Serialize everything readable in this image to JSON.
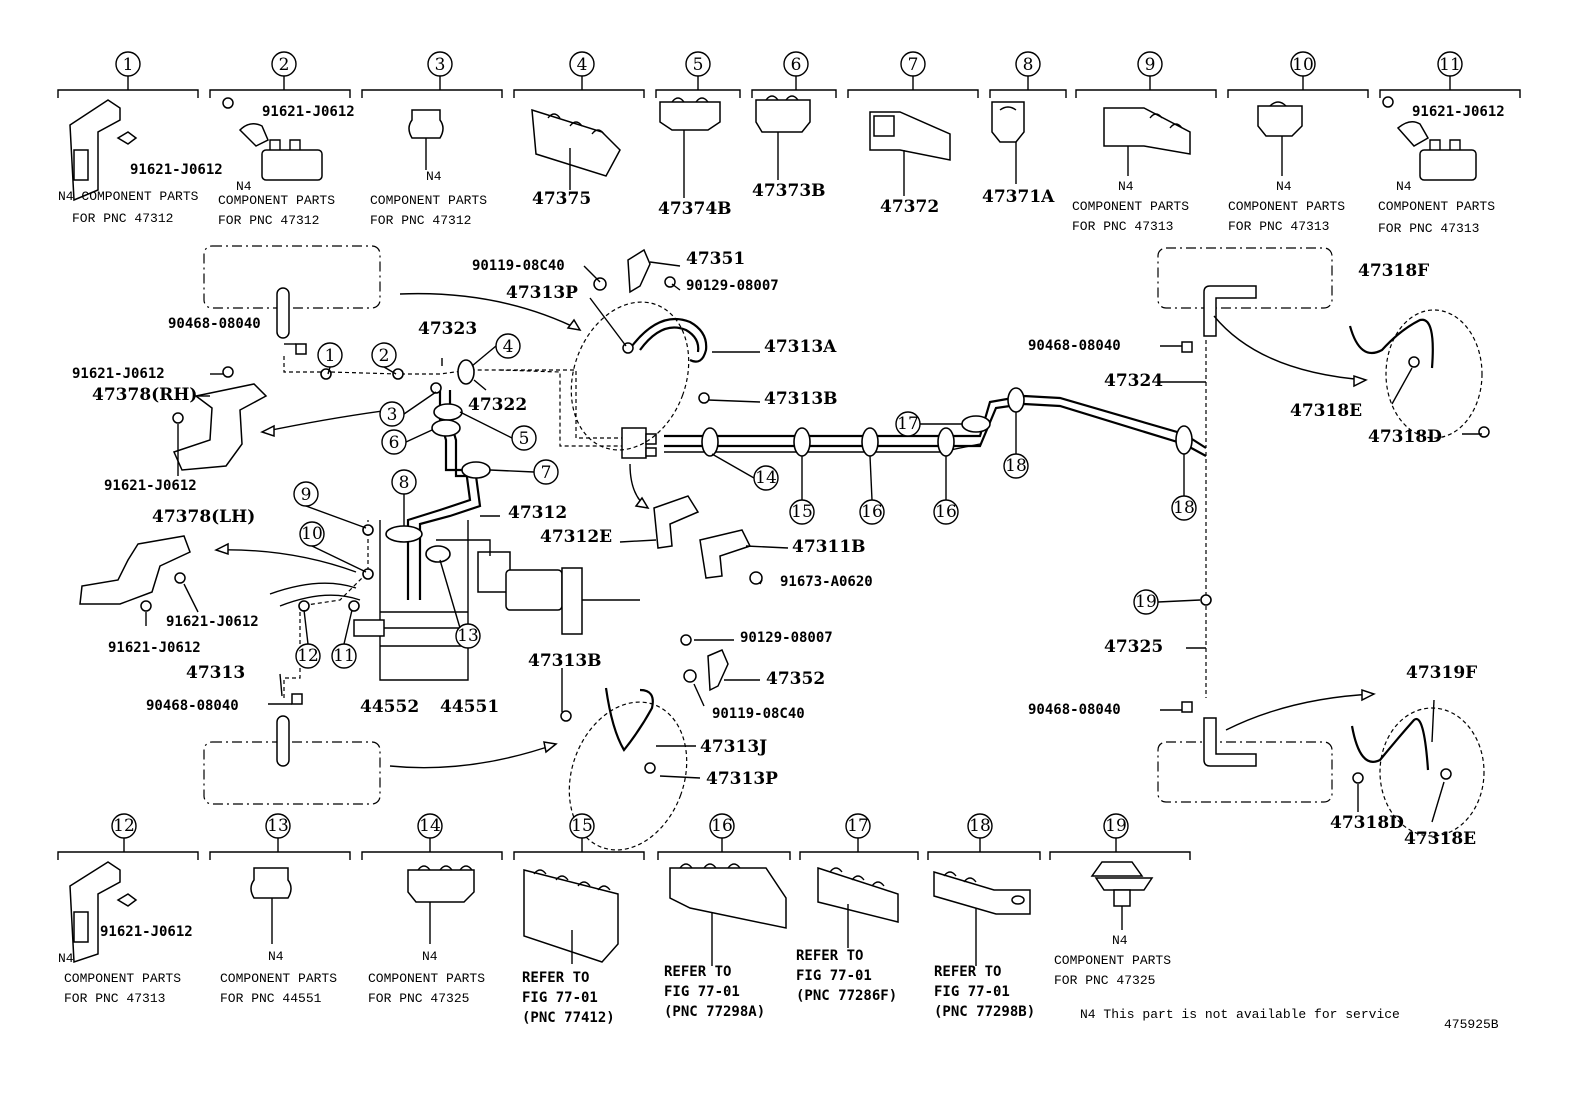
{
  "diagram_id": "475925B",
  "footnote": "N4 This part is not available for service",
  "n4": "N4",
  "top_callouts": [
    "1",
    "2",
    "3",
    "4",
    "5",
    "6",
    "7",
    "8",
    "9",
    "10",
    "11"
  ],
  "bottom_callouts": [
    "12",
    "13",
    "14",
    "15",
    "16",
    "17",
    "18",
    "19"
  ],
  "top_parts": {
    "c1_bolt": "91621-J0612",
    "c1_note1": "N4 COMPONENT PARTS",
    "c1_note2": "FOR PNC 47312",
    "c2_bolt": "91621-J0612",
    "c2_note1": "COMPONENT PARTS",
    "c2_note2": "FOR PNC 47312",
    "c3_note1": "COMPONENT PARTS",
    "c3_note2": "FOR PNC 47312",
    "c4": "47375",
    "c5": "47374B",
    "c6": "47373B",
    "c7": "47372",
    "c8": "47371A",
    "c9_note1": "COMPONENT PARTS",
    "c9_note2": "FOR PNC 47313",
    "c10_note1": "COMPONENT PARTS",
    "c10_note2": "FOR PNC 47313",
    "c11_bolt": "91621-J0612",
    "c11_note1": "COMPONENT PARTS",
    "c11_note2": "FOR PNC 47313"
  },
  "bottom_parts": {
    "c12_bolt": "91621-J0612",
    "c12_note1": "COMPONENT PARTS",
    "c12_note2": "FOR PNC 47313",
    "c13_note1": "COMPONENT PARTS",
    "c13_note2": "FOR PNC 44551",
    "c14_note1": "COMPONENT PARTS",
    "c14_note2": "FOR PNC 47325",
    "c15_l1": "REFER TO",
    "c15_l2": "FIG 77-01",
    "c15_l3": "(PNC 77412)",
    "c16_l1": "REFER TO",
    "c16_l2": "FIG 77-01",
    "c16_l3": "(PNC 77298A)",
    "c17_l1": "REFER TO",
    "c17_l2": "FIG 77-01",
    "c17_l3": "(PNC 77286F)",
    "c18_l1": "REFER TO",
    "c18_l2": "FIG 77-01",
    "c18_l3": "(PNC 77298B)",
    "c19_note1": "COMPONENT PARTS",
    "c19_note2": "FOR PNC 47325"
  },
  "main_labels": {
    "p90119_top": "90119-08C40",
    "p47351": "47351",
    "p90129_top": "90129-08007",
    "p47313P_top": "47313P",
    "p47313A": "47313A",
    "p47313B_top": "47313B",
    "p90468_a": "90468-08040",
    "p47323": "47323",
    "p47322": "47322",
    "p91621_a": "91621-J0612",
    "p47378RH": "47378(RH)",
    "p91621_b": "91621-J0612",
    "p47312": "47312",
    "p47312E": "47312E",
    "p47311B": "47311B",
    "p91673": "91673-A0620",
    "p47378LH": "47378(LH)",
    "p91621_c": "91621-J0612",
    "p91621_d": "91621-J0612",
    "p47313": "47313",
    "p90468_b": "90468-08040",
    "p44552": "44552",
    "p44551": "44551",
    "p90129_bot": "90129-08007",
    "p47352": "47352",
    "p90119_bot": "90119-08C40",
    "p47313B_bot": "47313B",
    "p47313J": "47313J",
    "p47313P_bot": "47313P",
    "p90468_c": "90468-08040",
    "p47324": "47324",
    "p47318F": "47318F",
    "p47318E_top": "47318E",
    "p47318D_top": "47318D",
    "p47325": "47325",
    "p90468_d": "90468-08040",
    "p47319F": "47319F",
    "p47318D_bot": "47318D",
    "p47318E_bot": "47318E"
  },
  "main_callouts": {
    "m1": "1",
    "m2": "2",
    "m3": "3",
    "m4": "4",
    "m5": "5",
    "m6": "6",
    "m7": "7",
    "m8": "8",
    "m9": "9",
    "m10": "10",
    "m11": "11",
    "m12": "12",
    "m13": "13",
    "m14": "14",
    "m15": "15",
    "m16a": "16",
    "m16b": "16",
    "m17": "17",
    "m18a": "18",
    "m18b": "18",
    "m19": "19"
  }
}
